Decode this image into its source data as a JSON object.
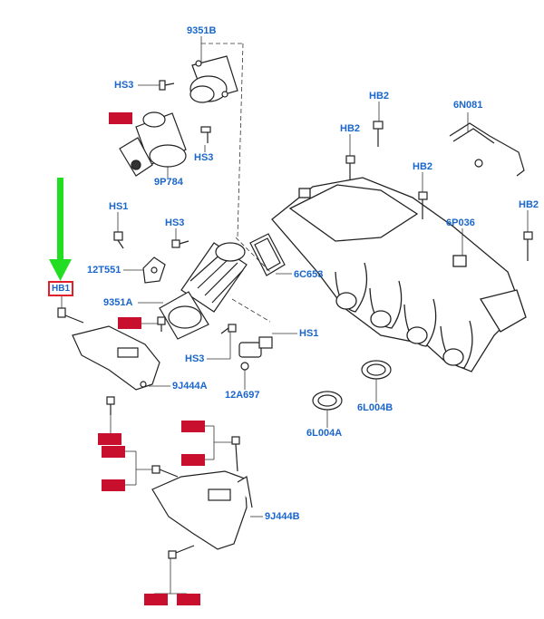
{
  "labels": {
    "p9351B": "9351B",
    "hs3_top": "HS3",
    "hs3_mid": "HS3",
    "p9P784": "9P784",
    "hs1_left": "HS1",
    "hs3_left": "HS3",
    "p12T551": "12T551",
    "p9351A": "9351A",
    "hs3_lower": "HS3",
    "hs1_right": "HS1",
    "p12A697": "12A697",
    "p6C653": "6C653",
    "p9J444A": "9J444A",
    "p9J444B": "9J444B",
    "hb2_a": "HB2",
    "hb2_b": "HB2",
    "hb2_c": "HB2",
    "hb2_d": "HB2",
    "p6N081": "6N081",
    "p6P036": "6P036",
    "p6L004B": "6L004B",
    "p6L004A": "6L004A",
    "highlighted": "HB1"
  },
  "colors": {
    "label_blue": "#1a66cc",
    "callout_red": "#c8102e",
    "arrow_green": "#22dd22"
  }
}
